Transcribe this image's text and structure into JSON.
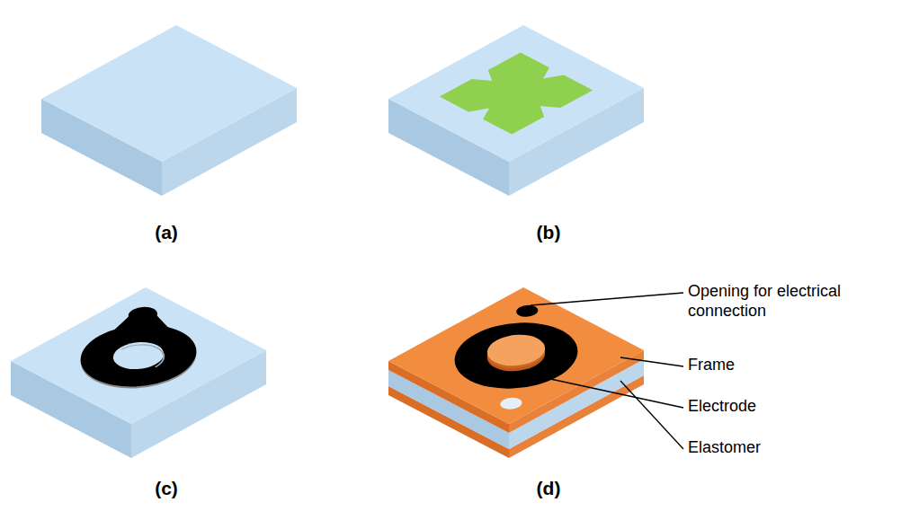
{
  "diagram": {
    "labels": [
      "(a)",
      "(b)",
      "(c)",
      "(d)",
      "Opening for electrical connection",
      "Frame",
      "Electrode",
      "Elastomer"
    ]
  }
}
